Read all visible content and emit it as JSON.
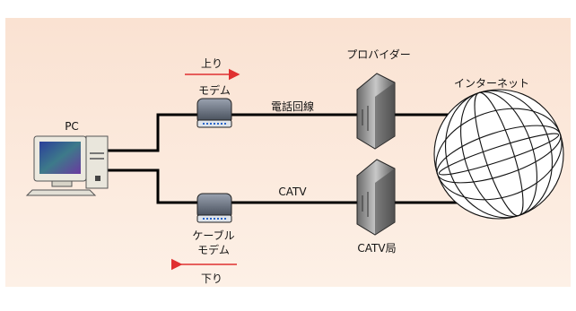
{
  "labels": {
    "pc": "PC",
    "upstream": "上り",
    "modem": "モデム",
    "phone_line": "電話回線",
    "provider": "プロバイダー",
    "internet": "インターネット",
    "catv": "CATV",
    "cable_modem_line1": "ケーブル",
    "cable_modem_line2": "モデム",
    "catv_station": "CATV局",
    "downstream": "下り"
  },
  "colors": {
    "background_top": "#fbe6d8",
    "background_bottom": "#fdeee3",
    "frame": "#ffffff",
    "line": "#000000",
    "arrow": "#e03030"
  }
}
